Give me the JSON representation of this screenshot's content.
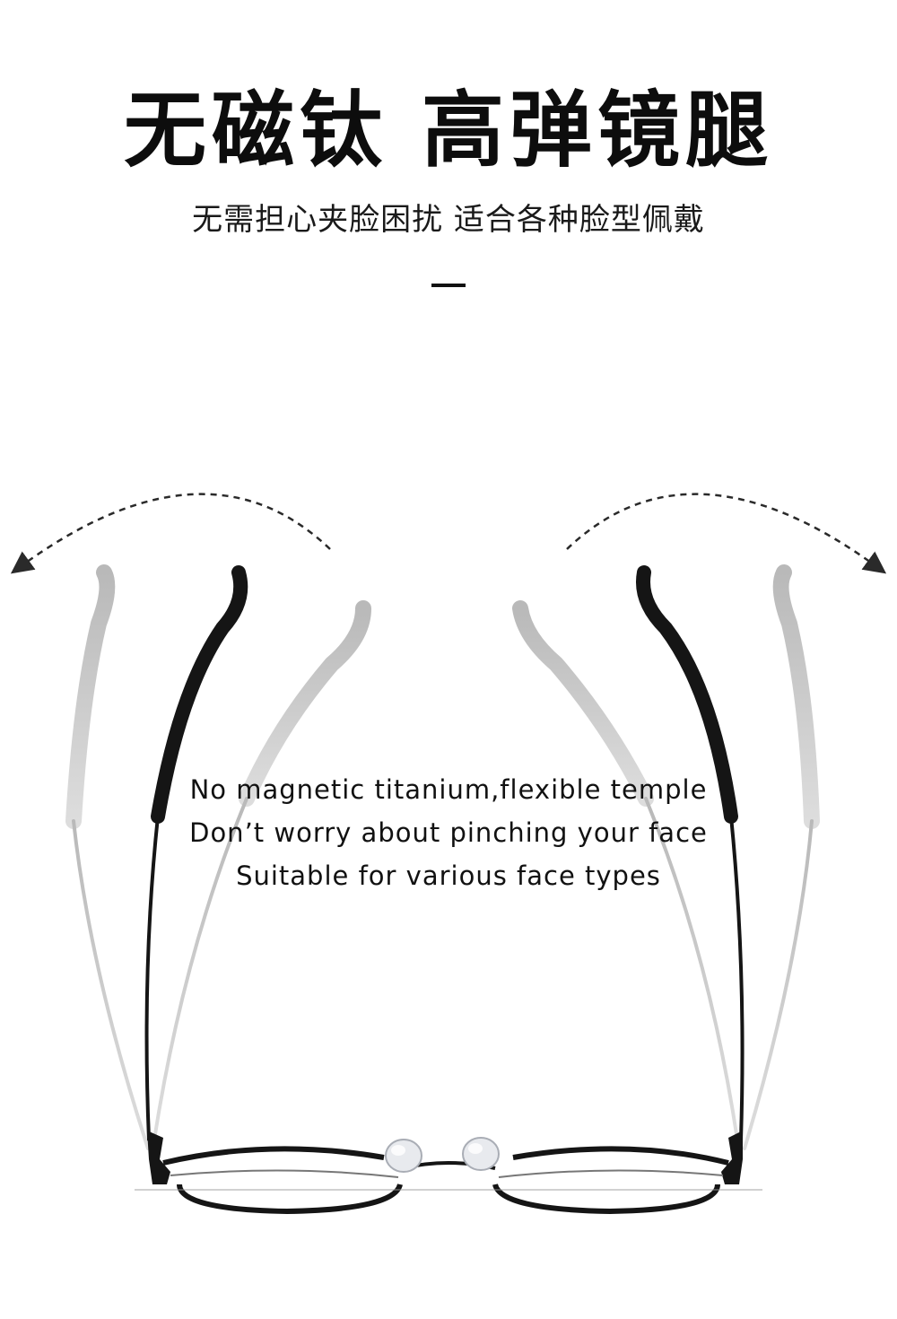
{
  "header": {
    "title": "无磁钛 高弹镜腿",
    "subtitle": "无需担心夹脸困扰 适合各种脸型佩戴"
  },
  "caption": {
    "line1": "No magnetic titanium,flexible temple",
    "line2": "Don’t worry about pinching your face",
    "line3": "Suitable for various face types"
  },
  "colors": {
    "frame": "#151515",
    "ghost_temple": "#c4c4c4",
    "arrow": "#2a2a2a"
  }
}
